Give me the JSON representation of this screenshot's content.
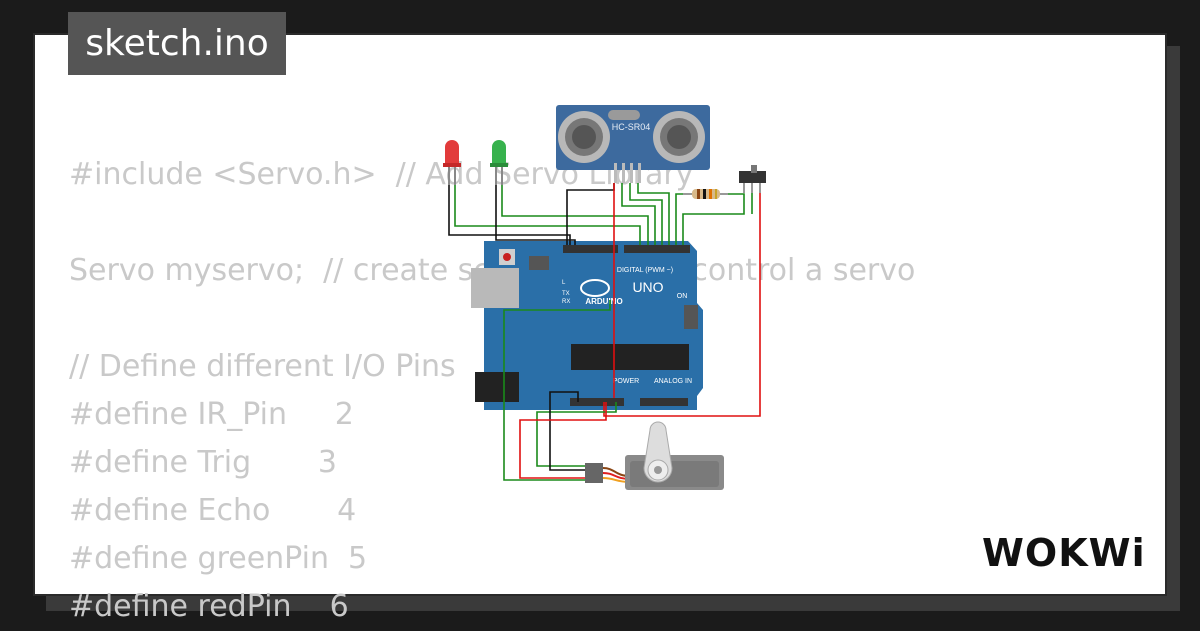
{
  "title": "sketch.ino",
  "code_lines": [
    "#include <Servo.h>  // Add Servo Library",
    "",
    "Servo myservo;  // create servo object to control a servo",
    "",
    "// Define different I/O Pins",
    "#define IR_Pin     2",
    "#define Trig       3",
    "#define Echo       4",
    "#define greenPin  5",
    "#define redPin    6"
  ],
  "components": {
    "ultrasonic_label": "HC-SR04",
    "board_brand": "ARDUINO",
    "board_model": "UNO",
    "digital_header": "DIGITAL (PWM ~)",
    "analog_header": "ANALOG IN",
    "power_header": "POWER",
    "on_label": "ON",
    "tx_label": "TX",
    "rx_label": "RX",
    "l_label": "L"
  },
  "logo_text": "WOKWi",
  "colors": {
    "board": "#2a6fa8",
    "wire_green": "#1a8a1a",
    "wire_red": "#e01010",
    "wire_black": "#111111",
    "code_text": "#c9c9c9",
    "tag_bg": "#555555"
  }
}
